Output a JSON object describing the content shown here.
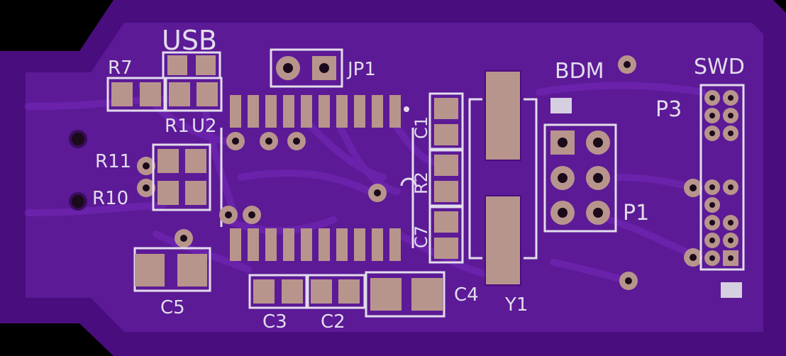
{
  "colors": {
    "background": "#000000",
    "board_edge": "#4a0d7e",
    "board": "#5c1a96",
    "copper": "#6a22ab",
    "silkscreen": "#e2dcec",
    "pad": "#b8958c",
    "hole": "#1a0a1a"
  },
  "labels": {
    "usb": "USB",
    "r7": "R7",
    "jp1": "JP1",
    "bdm": "BDM",
    "swd": "SWD",
    "p3": "P3",
    "r1": "R1",
    "u2": "U2",
    "c1": "C1",
    "r11": "R11",
    "r2": "R2",
    "r10": "R10",
    "p1": "P1",
    "c7": "C7",
    "c5": "C5",
    "c3": "C3",
    "c2": "C2",
    "c4": "C4",
    "y1": "Y1"
  }
}
